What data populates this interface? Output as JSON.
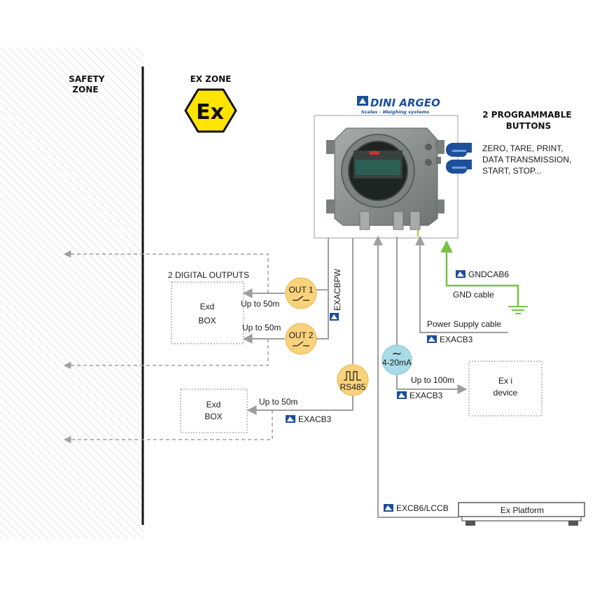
{
  "zones": {
    "safety": [
      "SAFETY",
      "ZONE"
    ],
    "ex": "EX ZONE",
    "ex_symbol": "Ex"
  },
  "brand": {
    "name": "DINI ARGEO",
    "tagline": "Scales - Weighing systems"
  },
  "buttons": {
    "title": [
      "2 PROGRAMMABLE",
      "BUTTONS"
    ],
    "functions": [
      "ZERO, TARE, PRINT,",
      "DATA TRANSMISSION,",
      "START, STOP..."
    ],
    "icon": "pointing-hand-icon"
  },
  "digital_outputs": {
    "title": "2 DIGITAL OUTPUTS",
    "out1": "OUT 1",
    "out2": "OUT 2",
    "dist1": "Up to 50m",
    "dist2": "Up to 50m",
    "cable": "EXACBPW"
  },
  "exd_box_1": [
    "Exd",
    "BOX"
  ],
  "exd_box_2": [
    "Exd",
    "BOX"
  ],
  "rs485": {
    "label": "RS485",
    "dist": "Up to 50m",
    "cable": "EXACB3"
  },
  "analog": {
    "symbol": "~",
    "label": "4-20mA",
    "dist": "Up to 100m",
    "cable": "EXACB3"
  },
  "ex_i_device": [
    "Ex i",
    "device"
  ],
  "power": {
    "label": "Power Supply cable",
    "cable": "EXACB3"
  },
  "ground": {
    "cable": "GNDCAB6",
    "label": "GND cable"
  },
  "platform": {
    "label": "Ex Platform",
    "cable": "EXCB6/LCCB"
  },
  "colors": {
    "line": "#9e9e9e",
    "circle_fill": "#f9d27c",
    "analog_fill": "#a8dce8",
    "ground": "#7ac143",
    "ex_yellow": "#ffe400",
    "brand_blue": "#1d4f9a",
    "housing": "#8a8e8c"
  }
}
